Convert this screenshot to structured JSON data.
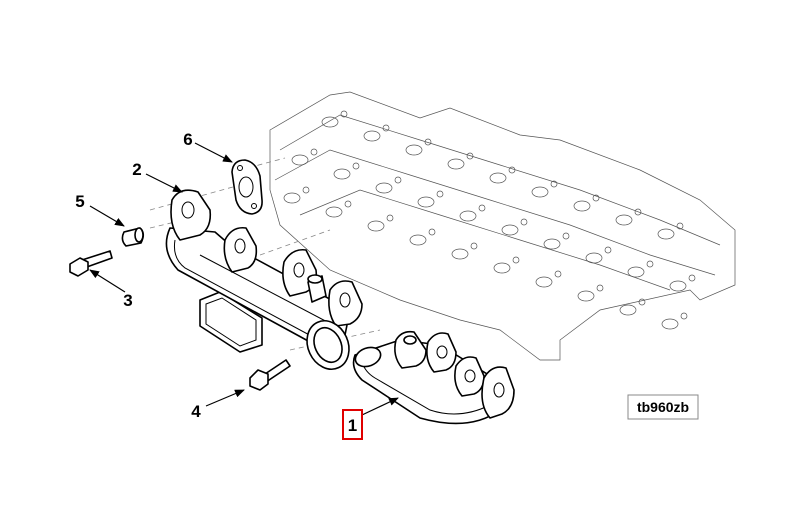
{
  "diagram": {
    "callouts": [
      {
        "id": "1",
        "label": "1",
        "highlighted": true
      },
      {
        "id": "2",
        "label": "2",
        "highlighted": false
      },
      {
        "id": "3",
        "label": "3",
        "highlighted": false
      },
      {
        "id": "4",
        "label": "4",
        "highlighted": false
      },
      {
        "id": "5",
        "label": "5",
        "highlighted": false
      },
      {
        "id": "6",
        "label": "6",
        "highlighted": false
      }
    ],
    "reference_code": "tb960zb",
    "colors": {
      "line": "#000000",
      "highlight": "#e00000",
      "background": "#ffffff"
    }
  }
}
